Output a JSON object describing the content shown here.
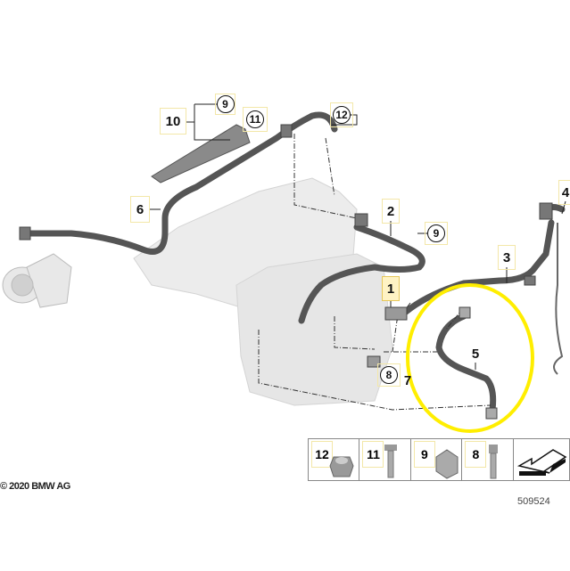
{
  "diagram": {
    "labels": {
      "l1": "1",
      "l2": "2",
      "l3": "3",
      "l4": "4",
      "l5": "5",
      "l6": "6",
      "l7": "7",
      "l8": "8",
      "l9a": "9",
      "l9b": "9",
      "l10": "10",
      "l11": "11",
      "l12": "12"
    },
    "highlight_color": "#ffee00",
    "legend": [
      {
        "num": "12",
        "part": "nut-icon"
      },
      {
        "num": "11",
        "part": "screw-icon"
      },
      {
        "num": "9",
        "part": "clip-nut-icon"
      },
      {
        "num": "8",
        "part": "bolt-icon"
      }
    ],
    "copyright": "© 2020 BMW AG",
    "diagram_code": "509524"
  }
}
